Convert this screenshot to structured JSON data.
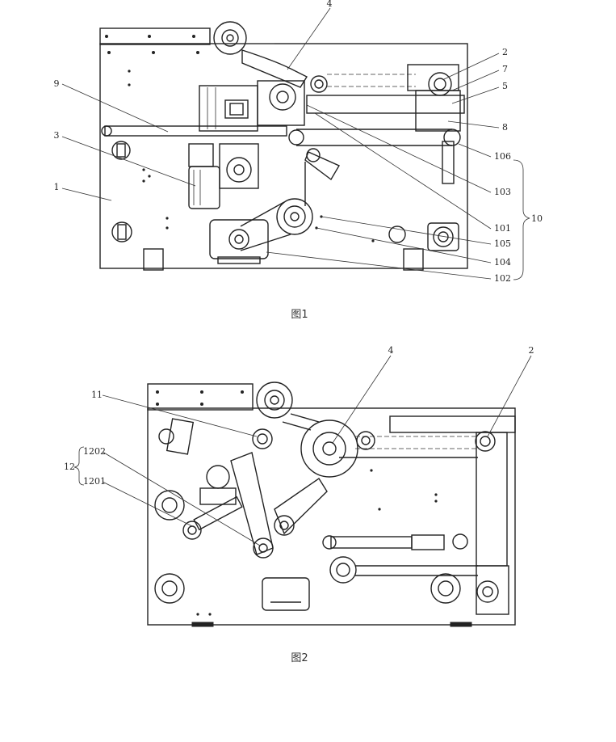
{
  "figures": [
    {
      "caption": "图1",
      "labels": [
        "4",
        "9",
        "3",
        "1",
        "2",
        "7",
        "5",
        "8",
        "106",
        "103",
        "101",
        "10",
        "105",
        "104",
        "102"
      ]
    },
    {
      "caption": "图2",
      "labels": [
        "4",
        "2",
        "11",
        "12",
        "1202",
        "1201"
      ]
    }
  ]
}
